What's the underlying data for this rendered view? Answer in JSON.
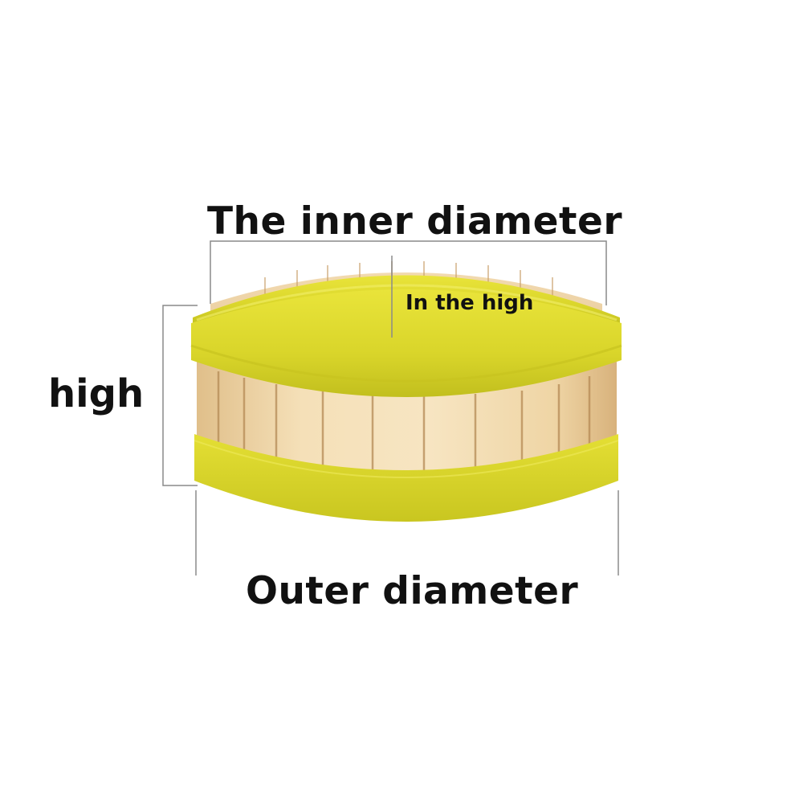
{
  "labels": {
    "inner_diameter": "The inner diameter",
    "in_the_high": "In the high",
    "high": "high",
    "outer_diameter": "Outer diameter"
  },
  "colors": {
    "bamboo_light": "#f3dcb0",
    "bamboo_mid": "#e8c995",
    "bamboo_dark": "#c9a06a",
    "band_yellow": "#ddd92a",
    "band_shade": "#b8b81c",
    "dimension_line": "#888888",
    "text": "#111111"
  }
}
